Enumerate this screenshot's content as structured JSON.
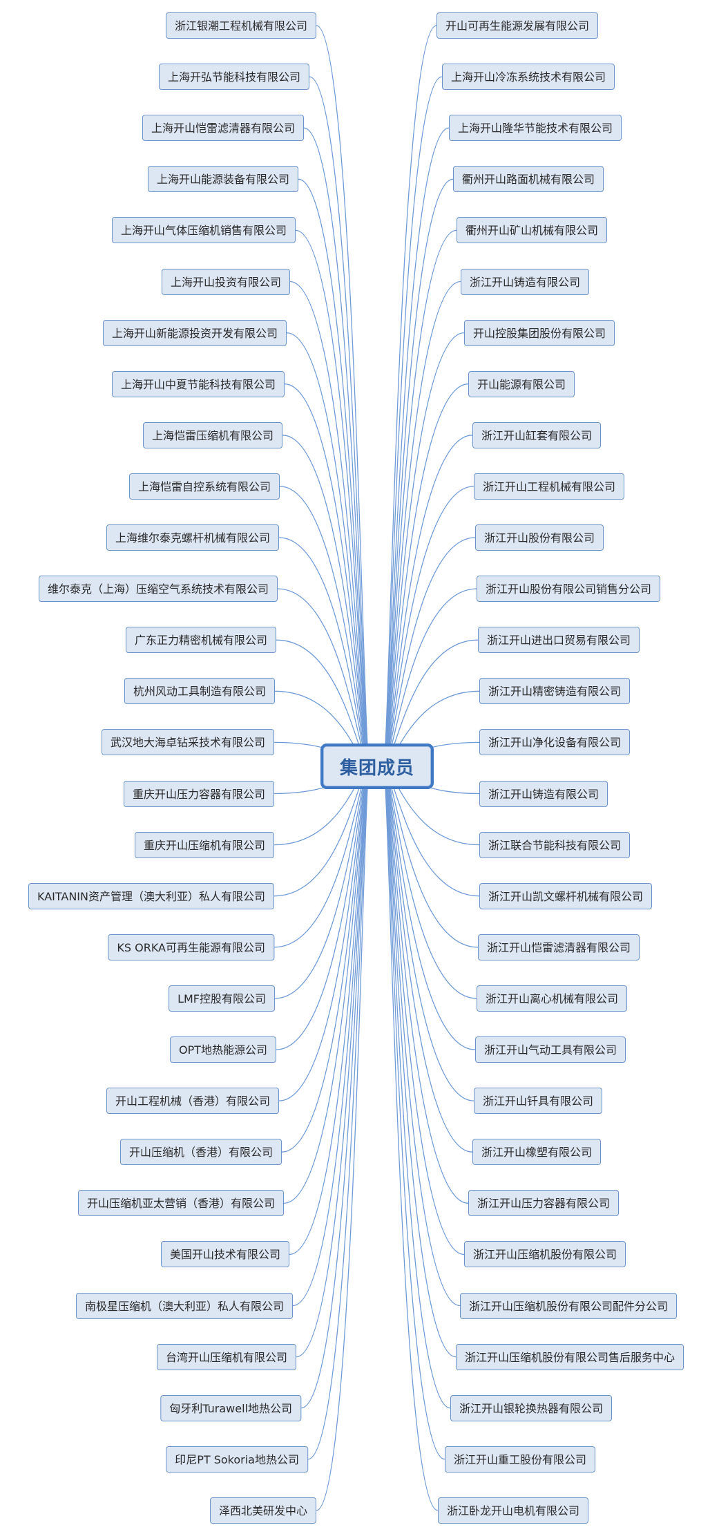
{
  "center": {
    "label": "集团成员"
  },
  "colors": {
    "line": "#6f9bd8",
    "node_fill": "#dde6f3",
    "node_border": "#6b93c9",
    "center_border": "#3f78c4"
  },
  "left": [
    "浙江银潮工程机械有限公司",
    "上海开弘节能科技有限公司",
    "上海开山恺雷滤清器有限公司",
    "上海开山能源装备有限公司",
    "上海开山气体压缩机销售有限公司",
    "上海开山投资有限公司",
    "上海开山新能源投资开发有限公司",
    "上海开山中夏节能科技有限公司",
    "上海恺雷压缩机有限公司",
    "上海恺雷自控系统有限公司",
    "上海维尔泰克螺杆机械有限公司",
    "维尔泰克（上海）压缩空气系统技术有限公司",
    "广东正力精密机械有限公司",
    "杭州风动工具制造有限公司",
    "武汉地大海卓钻采技术有限公司",
    "重庆开山压力容器有限公司",
    "重庆开山压缩机有限公司",
    "KAITANIN资产管理（澳大利亚）私人有限公司",
    "KS ORKA可再生能源有限公司",
    "LMF控股有限公司",
    "OPT地热能源公司",
    "开山工程机械（香港）有限公司",
    "开山压缩机（香港）有限公司",
    "开山压缩机亚太营销（香港）有限公司",
    "美国开山技术有限公司",
    "南极星压缩机（澳大利亚）私人有限公司",
    "台湾开山压缩机有限公司",
    "匈牙利Turawell地热公司",
    "印尼PT Sokoria地热公司",
    "泽西北美研发中心"
  ],
  "right": [
    "开山可再生能源发展有限公司",
    "上海开山冷冻系统技术有限公司",
    "上海开山隆华节能技术有限公司",
    "衢州开山路面机械有限公司",
    "衢州开山矿山机械有限公司",
    "浙江开山铸造有限公司",
    "开山控股集团股份有限公司",
    "开山能源有限公司",
    "浙江开山缸套有限公司",
    "浙江开山工程机械有限公司",
    "浙江开山股份有限公司",
    "浙江开山股份有限公司销售分公司",
    "浙江开山进出口贸易有限公司",
    "浙江开山精密铸造有限公司",
    "浙江开山净化设备有限公司",
    "浙江开山铸造有限公司",
    "浙江联合节能科技有限公司",
    "浙江开山凯文螺杆机械有限公司",
    "浙江开山恺雷滤清器有限公司",
    "浙江开山离心机械有限公司",
    "浙江开山气动工具有限公司",
    "浙江开山钎具有限公司",
    "浙江开山橡塑有限公司",
    "浙江开山压力容器有限公司",
    "浙江开山压缩机股份有限公司",
    "浙江开山压缩机股份有限公司配件分公司",
    "浙江开山压缩机股份有限公司售后服务中心",
    "浙江开山银轮换热器有限公司",
    "浙江开山重工股份有限公司",
    "浙江卧龙开山电机有限公司"
  ]
}
